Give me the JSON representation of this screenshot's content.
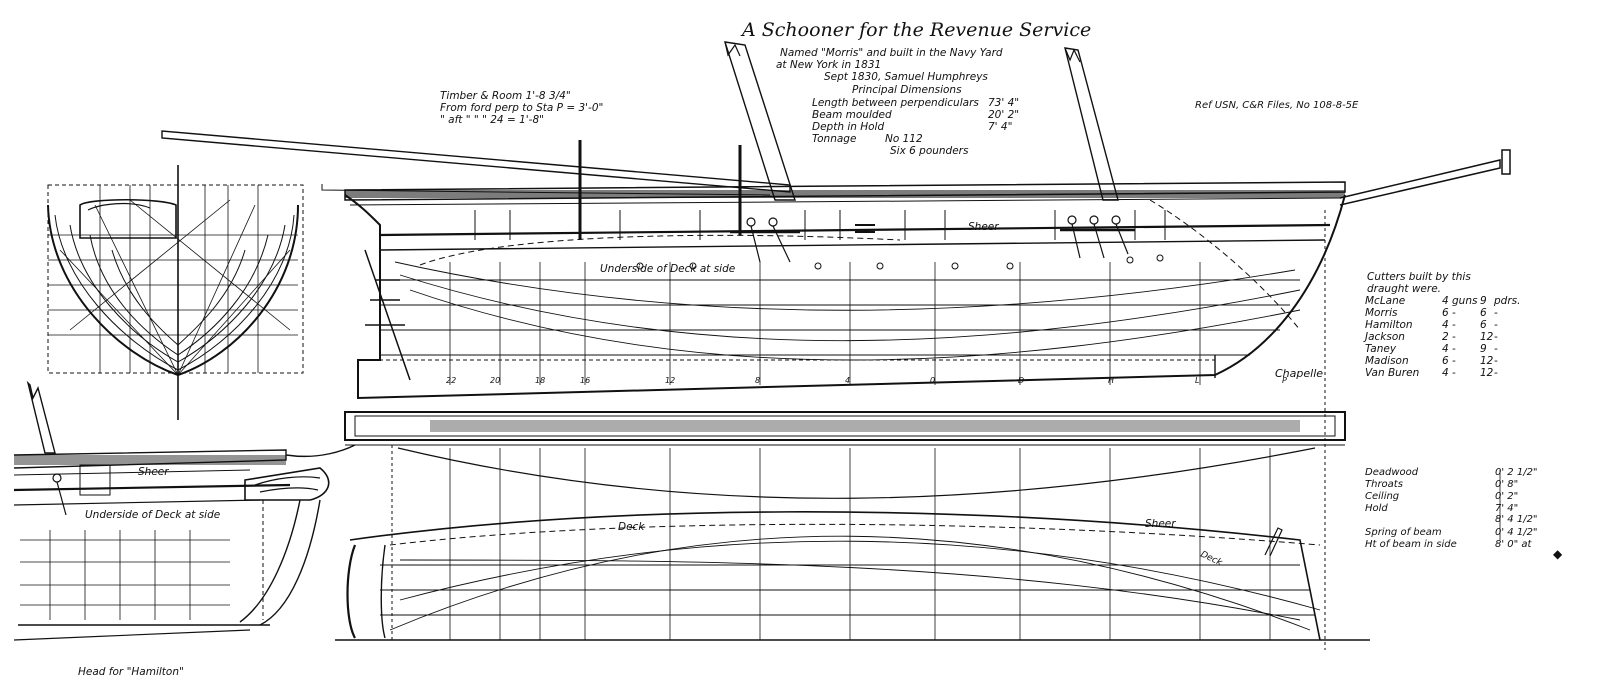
{
  "title": "A Schooner for the Revenue Service",
  "note": {
    "line1": "Named \"Morris\" and built in the Navy Yard",
    "line2": "at New York in 1831",
    "line3": "Sept 1830, Samuel Humphreys",
    "heading": "Principal Dimensions",
    "dims": [
      {
        "label": "Length between perpendiculars",
        "value": "73' 4\""
      },
      {
        "label": "Beam moulded",
        "value": "20' 2\""
      },
      {
        "label": "Depth in Hold",
        "value": "7' 4\""
      },
      {
        "label": "Tonnage",
        "value": "No 112"
      }
    ],
    "guns": "Six 6 pounders"
  },
  "ref": "Ref USN, C&R Files, No 108-8-5E",
  "timber": {
    "line1": "Timber & Room 1'-8 3/4\"",
    "line2": "From ford perp to Sta P = 3'-0\"",
    "line3": "\"   aft   \"   \"   \"   24 = 1'-8\""
  },
  "cutters": {
    "heading1": "Cutters built by this",
    "heading2": "draught were.",
    "rows": [
      {
        "name": "McLane",
        "guns": "4",
        "unit": "guns",
        "pdrs": "9",
        "pdrs_unit": "pdrs."
      },
      {
        "name": "Morris",
        "guns": "6",
        "unit": "-",
        "pdrs": "6",
        "pdrs_unit": "-"
      },
      {
        "name": "Hamilton",
        "guns": "4",
        "unit": "-",
        "pdrs": "6",
        "pdrs_unit": "-"
      },
      {
        "name": "Jackson",
        "guns": "2",
        "unit": "-",
        "pdrs": "12",
        "pdrs_unit": "-"
      },
      {
        "name": "Taney",
        "guns": "4",
        "unit": "-",
        "pdrs": "9",
        "pdrs_unit": "-"
      },
      {
        "name": "Madison",
        "guns": "6",
        "unit": "-",
        "pdrs": "12",
        "pdrs_unit": "-"
      },
      {
        "name": "Van Buren",
        "guns": "4",
        "unit": "-",
        "pdrs": "12",
        "pdrs_unit": "-"
      }
    ]
  },
  "scantlings": [
    {
      "label": "Deadwood",
      "value": "0' 2 1/2\""
    },
    {
      "label": "Throats",
      "value": "0' 8\""
    },
    {
      "label": "Ceiling",
      "value": "0' 2\""
    },
    {
      "label": "Hold",
      "value": "7' 4\""
    },
    {
      "label": "",
      "value": "8' 4 1/2\""
    },
    {
      "label": "Spring of beam",
      "value": "0' 4 1/2\""
    },
    {
      "label": "Ht of beam in side",
      "value": "8' 0\" at"
    }
  ],
  "labels": {
    "sheer_profile": "Sheer",
    "underside_deck": "Underside of Deck at side",
    "sheer_head": "Sheer",
    "underside_deck_head": "Underside of Deck at side",
    "deck_plan": "Deck",
    "sheer_plan": "Sheer",
    "deck_small": "Deck",
    "signature": "Chapelle",
    "head_caption": "Head for \"Hamilton\""
  },
  "stations": [
    "22",
    "20",
    "18",
    "16",
    "12",
    "8",
    "4",
    "0",
    "D",
    "H",
    "L",
    "P"
  ],
  "colors": {
    "ink": "#111111",
    "paper": "#ffffff"
  }
}
